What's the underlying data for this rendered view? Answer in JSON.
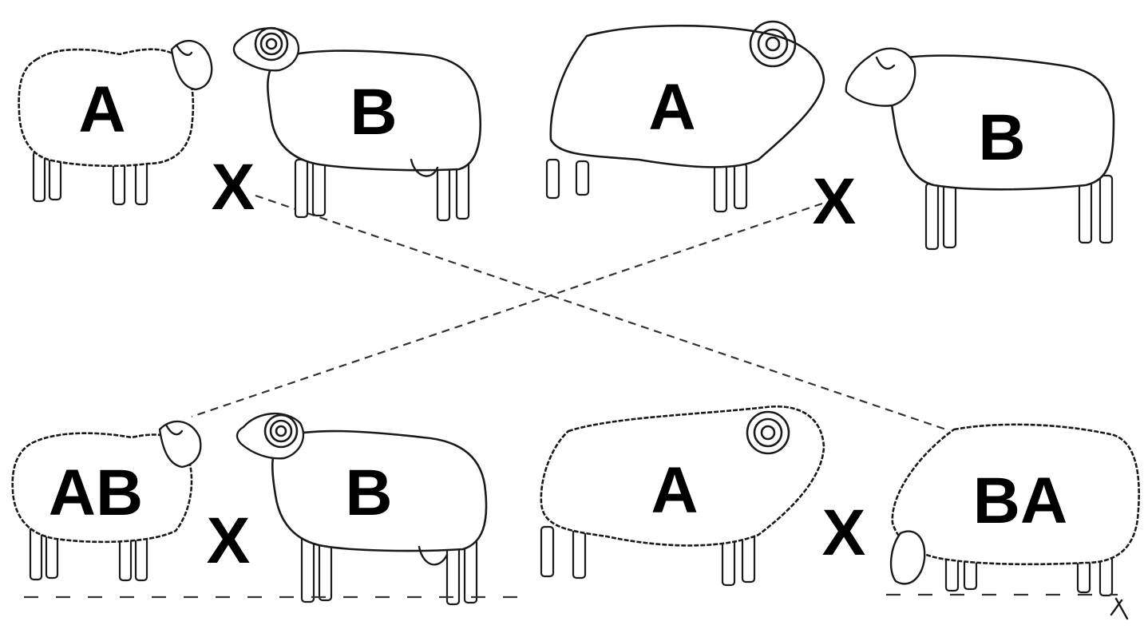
{
  "diagram": {
    "top_left": {
      "sheep_a_label": "A",
      "ram_b_label": "B",
      "cross": "X"
    },
    "top_right": {
      "ram_a_label": "A",
      "sheep_b_label": "B",
      "cross": "X"
    },
    "bottom_left": {
      "sheep_ab_label": "AB",
      "ram_b_label": "B",
      "cross": "X"
    },
    "bottom_right": {
      "ram_a_label": "A",
      "sheep_ba_label": "BA",
      "cross": "X"
    }
  }
}
